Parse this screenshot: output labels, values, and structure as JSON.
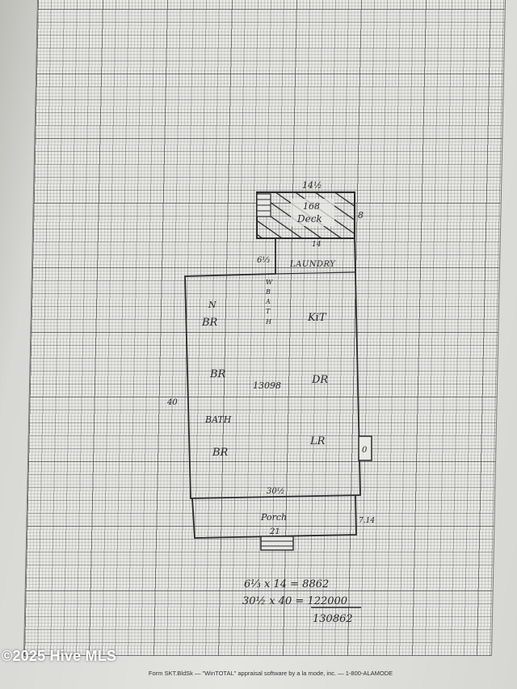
{
  "deck": {
    "width_label": "14½",
    "area_label": "168",
    "name": "Deck",
    "depth_label": "8"
  },
  "laundry": {
    "width_label": "14",
    "name": "LAUNDRY",
    "depth_label": "6⅓"
  },
  "rooms": {
    "bath_vertical": [
      "W",
      "B",
      "A",
      "T",
      "H"
    ],
    "n_label": "N",
    "bedrooms": [
      "BR",
      "BR",
      "BR"
    ],
    "kitchen": "KiT",
    "dining": "DR",
    "living": "LR",
    "bath": "BATH",
    "total_area": "13098",
    "side_length": "40",
    "bottom_width": "30½",
    "door_marker": "0"
  },
  "porch": {
    "name": "Porch",
    "width_label": "21",
    "depth_label": "7.14"
  },
  "calculations": {
    "line1": "6⅓ x 14 = 8862",
    "line2": "30½ x 40 = 122000",
    "total": "130862"
  },
  "footer": {
    "form_text": "Form SKT.BldSk — \"WinTOTAL\" appraisal software by a la mode, inc. — 1-800-ALAMODE",
    "watermark": "©2025 Hive MLS"
  },
  "colors": {
    "ink": "#2a2a2a",
    "paper": "#e8e8e4"
  }
}
